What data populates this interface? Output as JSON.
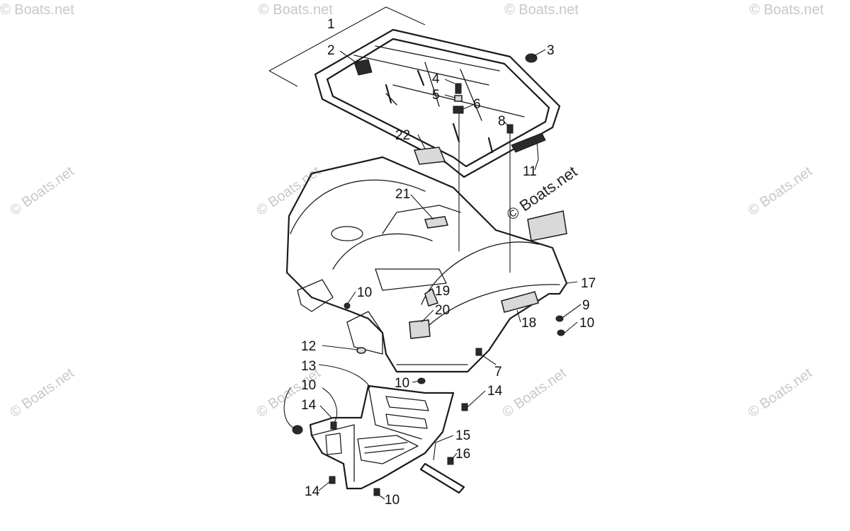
{
  "watermark": {
    "text": "© Boats.net"
  },
  "callouts": [
    {
      "id": "c1",
      "label": "1"
    },
    {
      "id": "c2",
      "label": "2"
    },
    {
      "id": "c3",
      "label": "3"
    },
    {
      "id": "c4",
      "label": "4"
    },
    {
      "id": "c5",
      "label": "5"
    },
    {
      "id": "c6",
      "label": "6"
    },
    {
      "id": "c8",
      "label": "8"
    },
    {
      "id": "c11",
      "label": "11"
    },
    {
      "id": "c22",
      "label": "22"
    },
    {
      "id": "c21",
      "label": "21"
    },
    {
      "id": "c17",
      "label": "17"
    },
    {
      "id": "c9",
      "label": "9"
    },
    {
      "id": "c10a",
      "label": "10"
    },
    {
      "id": "c18",
      "label": "18"
    },
    {
      "id": "c10b",
      "label": "10"
    },
    {
      "id": "c19",
      "label": "19"
    },
    {
      "id": "c20",
      "label": "20"
    },
    {
      "id": "c12",
      "label": "12"
    },
    {
      "id": "c7",
      "label": "7"
    },
    {
      "id": "c13",
      "label": "13"
    },
    {
      "id": "c10c",
      "label": "10"
    },
    {
      "id": "c10d",
      "label": "10"
    },
    {
      "id": "c14a",
      "label": "14"
    },
    {
      "id": "c14b",
      "label": "14"
    },
    {
      "id": "c15",
      "label": "15"
    },
    {
      "id": "c16",
      "label": "16"
    },
    {
      "id": "c14c",
      "label": "14"
    },
    {
      "id": "c10e",
      "label": "10"
    }
  ]
}
